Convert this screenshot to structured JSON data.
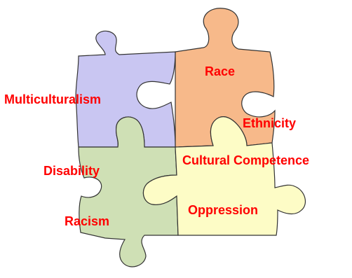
{
  "colors": {
    "text": "#ff0000",
    "outline": "#333333",
    "piece_blue": "#c9c6f2",
    "piece_orange": "#f7b98a",
    "piece_green": "#cfe0b5",
    "piece_yellow": "#fdfcc6"
  },
  "pieces": [
    {
      "key": "blue",
      "color_key": "piece_blue"
    },
    {
      "key": "orange",
      "color_key": "piece_orange"
    },
    {
      "key": "green",
      "color_key": "piece_green"
    },
    {
      "key": "yellow",
      "color_key": "piece_yellow"
    }
  ],
  "labels": {
    "multiculturalism": "Multiculturalism",
    "race": "Race",
    "ethnicity": "Ethnicity",
    "cultural_competence": "Cultural Competence",
    "disability": "Disability",
    "racism": "Racism",
    "oppression": "Oppression"
  }
}
